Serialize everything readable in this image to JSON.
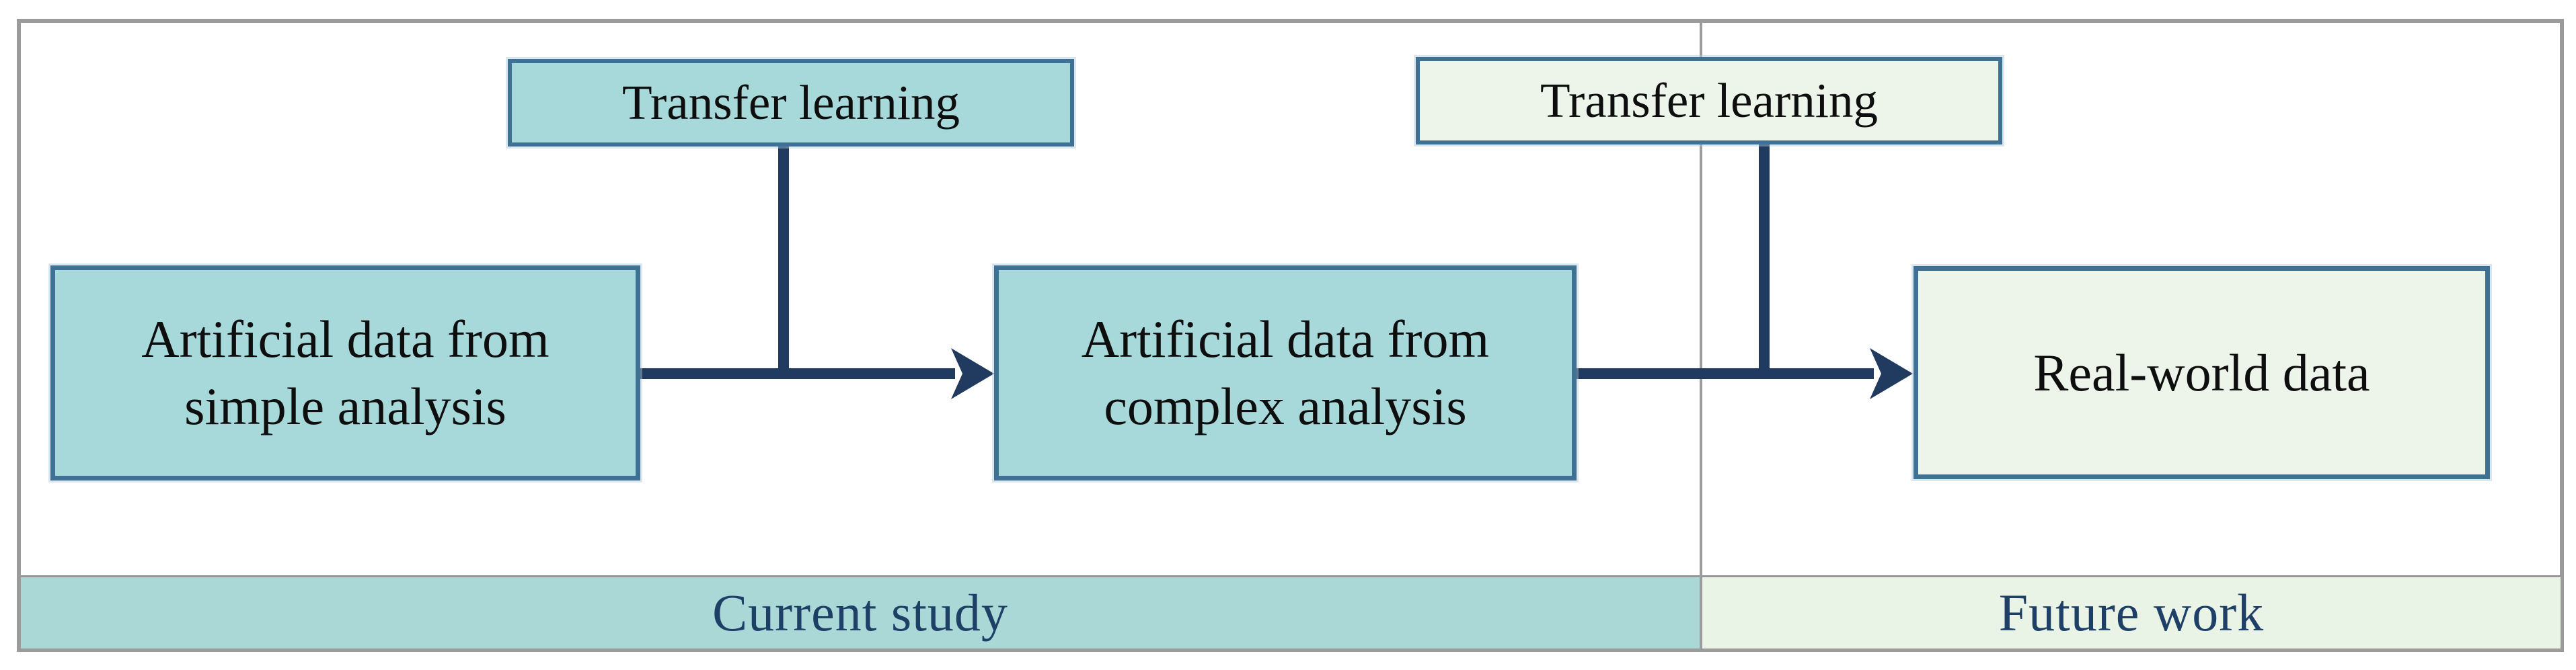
{
  "diagram": {
    "nodes": {
      "transfer_current": {
        "label": "Transfer learning"
      },
      "transfer_future": {
        "label": "Transfer learning"
      },
      "simple": {
        "label": "Artificial data from\nsimple analysis"
      },
      "complex": {
        "label": "Artificial data from\ncomplex analysis"
      },
      "real_world": {
        "label": "Real-world data"
      }
    },
    "sections": {
      "current": {
        "label": "Current study"
      },
      "future": {
        "label": "Future work"
      }
    },
    "colors": {
      "teal_fill": "#a7d8da",
      "green_fill": "#edf5ea",
      "teal_strip": "#a9d8d7",
      "green_strip": "#e9f3e6",
      "node_border": "#3f7195",
      "connector_navy": "#203a60",
      "frame_border": "#9b9b9b",
      "divider_gray": "#9c9c9c",
      "section_text": "#1e3f66",
      "node_text": "#0e0e0e"
    }
  }
}
